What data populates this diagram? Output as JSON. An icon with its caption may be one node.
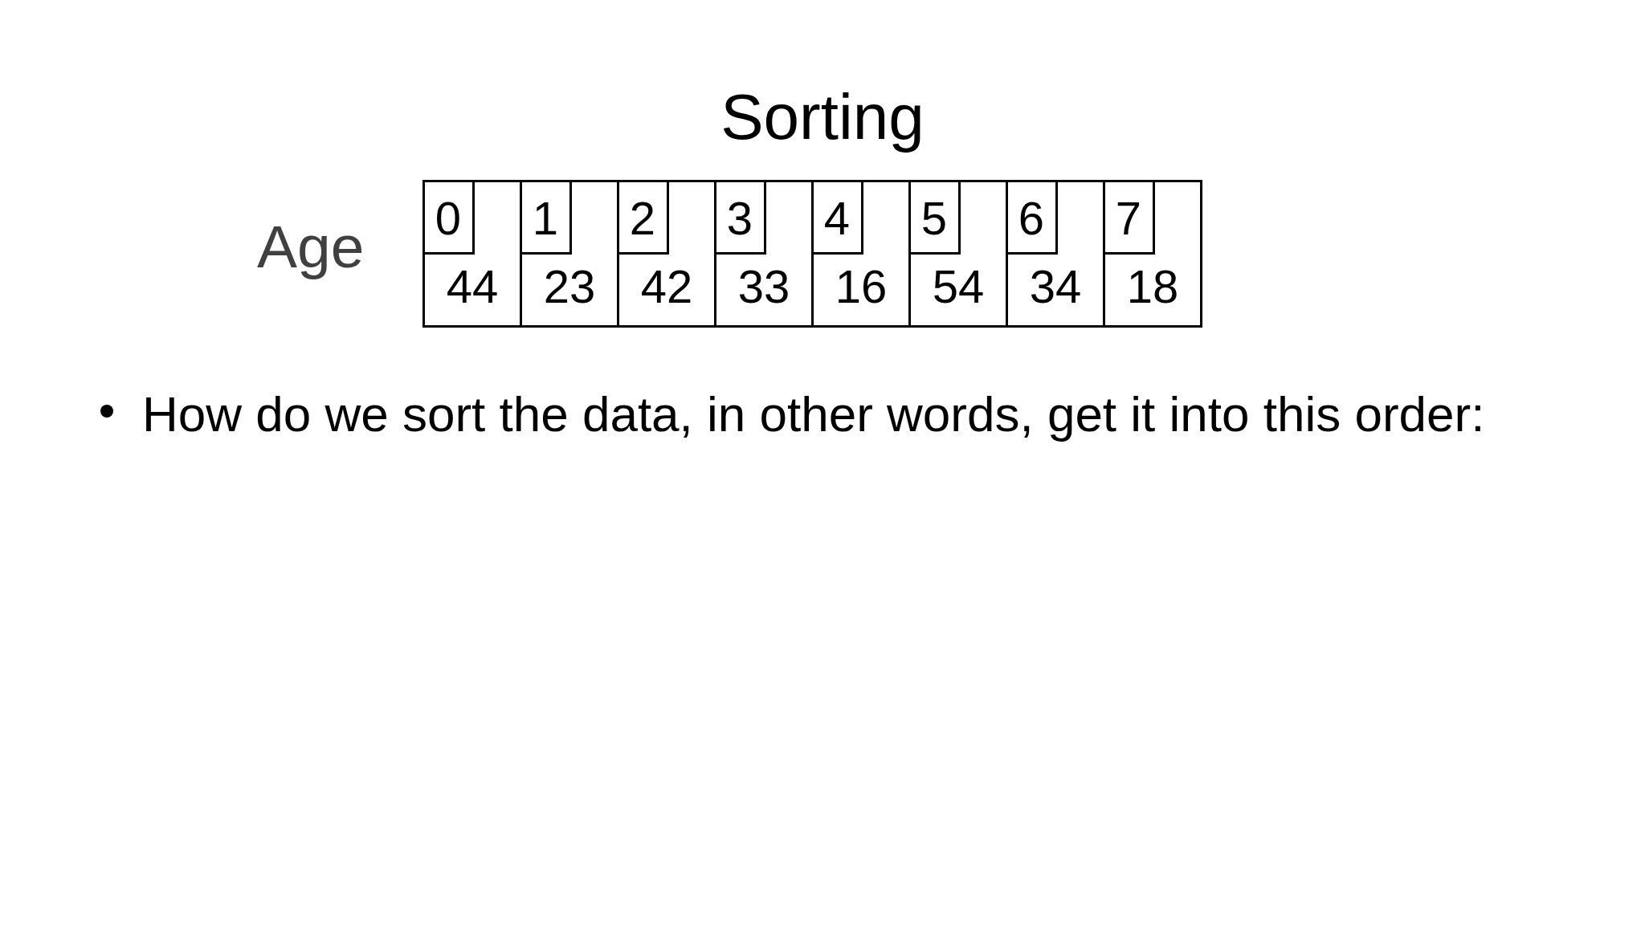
{
  "diagram": {
    "title": "Sorting",
    "nodes": [
      {
        "text": [
          "44"
        ]
      },
      {
        "text": [
          "0"
        ],
        "in": 0
      },
      {
        "text": [
          "23"
        ]
      },
      {
        "text": [
          "1"
        ],
        "in": 2
      },
      {
        "text": [
          "42"
        ]
      },
      {
        "text": [
          "2"
        ],
        "in": 4
      },
      {
        "text": [
          "33"
        ]
      },
      {
        "text": [
          "3"
        ],
        "in": 6
      },
      {
        "text": [
          "16"
        ]
      },
      {
        "text": [
          "4"
        ],
        "in": 8
      },
      {
        "text": [
          "54"
        ]
      },
      {
        "text": [
          "5"
        ],
        "in": 10
      },
      {
        "text": [
          "34"
        ]
      },
      {
        "text": [
          "6"
        ],
        "in": 12
      },
      {
        "text": [
          "18"
        ]
      },
      {
        "text": [
          "7"
        ],
        "in": 14
      }
    ],
    "labels": [
      "Age",
      "How do we sort the data, in other words, get it into this order:"
    ]
  }
}
